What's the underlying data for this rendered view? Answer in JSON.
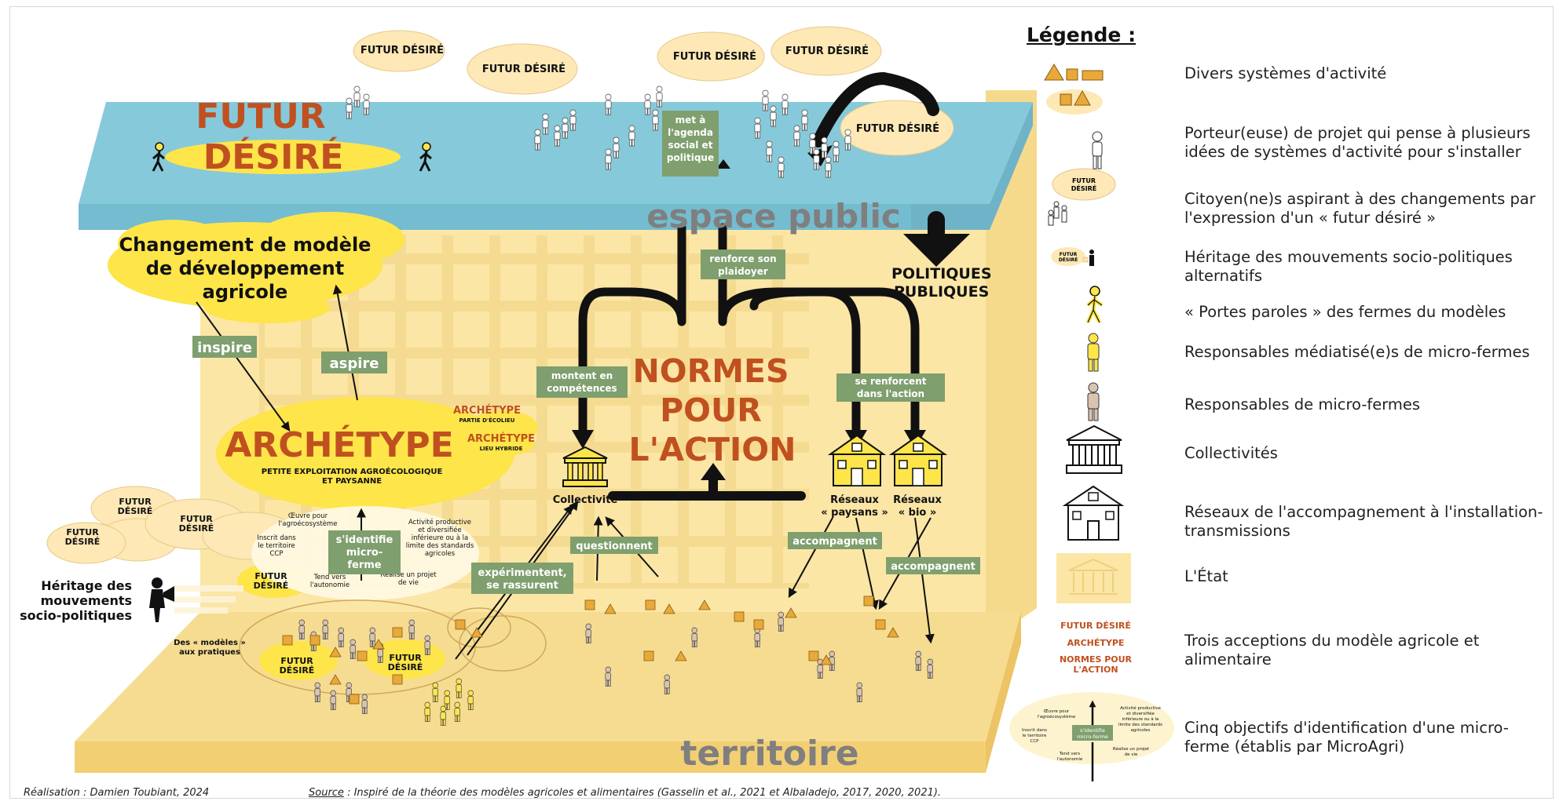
{
  "diagram": {
    "planes": {
      "top_title_line1": "FUTUR",
      "top_title_line2": "DÉSIRÉ",
      "espace_public": "espace public",
      "territoire": "territoire"
    },
    "clouds": {
      "futur_desire": "FUTUR DÉSIRÉ",
      "changement_line1": "Changement de modèle",
      "changement_line2": "de développement",
      "changement_line3": "agricole",
      "futur_line1": "FUTUR",
      "futur_line2": "DÉSIRÉ"
    },
    "archetype": {
      "title": "ARCHÉTYPE",
      "subtitle_line1": "PETITE EXPLOITATION AGROÉCOLOGIQUE",
      "subtitle_line2": "ET PAYSANNE",
      "badge1_title": "ARCHÉTYPE",
      "badge1_sub": "PARTIE D'ÉCOLIEU",
      "badge2_title": "ARCHÉTYPE",
      "badge2_sub": "LIEU HYBRIDE"
    },
    "normes": {
      "line1": "NORMES",
      "line2": "POUR",
      "line3": "L'ACTION"
    },
    "labels": {
      "inspire": "inspire",
      "aspire": "aspire",
      "met_agenda": [
        "met à",
        "l'agenda",
        "social et",
        "politique"
      ],
      "renforce_plaidoyer": [
        "renforce son",
        "plaidoyer"
      ],
      "montent_competences": [
        "montent en",
        "compétences"
      ],
      "se_renforcent": [
        "se renforcent",
        "dans l'action"
      ],
      "questionnent": "questionnent",
      "experimentent": [
        "expérimentent,",
        "se rassurent"
      ],
      "accompagnent": "accompagnent",
      "sidentifie": [
        "s'identifie",
        "micro-",
        "ferme"
      ]
    },
    "politiques": [
      "POLITIQUES",
      "PUBLIQUES"
    ],
    "collectivite": "Collectivité",
    "reseaux_paysans": [
      "Réseaux",
      "« paysans »"
    ],
    "reseaux_bio": [
      "Réseaux",
      "« bio »"
    ],
    "heritage": [
      "Héritage des",
      "mouvements",
      "socio-politiques"
    ],
    "modeles_pratiques": [
      "Des « modèles »",
      "aux pratiques"
    ],
    "objectives": {
      "o1": [
        "Œuvre pour",
        "l'agroécosystème"
      ],
      "o2": [
        "Inscrit dans",
        "le territoire",
        "CCP"
      ],
      "o3": [
        "Tend vers",
        "l'autonomie"
      ],
      "o4": [
        "Réalise un projet",
        "de vie"
      ],
      "o5": [
        "Activité productive",
        "et diversifiée",
        "inférieure ou à la",
        "limite des standards",
        "agricoles"
      ]
    }
  },
  "legend": {
    "title": "Légende :",
    "items": [
      {
        "icon": "activity-systems-icon",
        "text": "Divers systèmes d'activité"
      },
      {
        "icon": "project-holder-icon",
        "text": "Porteur(euse) de projet qui pense à plusieurs idées de systèmes d'activité pour s'installer"
      },
      {
        "icon": "citizens-cloud-icon",
        "text": "Citoyen(ne)s aspirant à des changements par l'expression d'un « futur désiré »"
      },
      {
        "icon": "heritage-icon",
        "text": "Héritage des mouvements socio-politiques alternatifs"
      },
      {
        "icon": "walking-person-icon",
        "text": "« Portes paroles » des fermes du modèles"
      },
      {
        "icon": "yellow-person-icon",
        "text": "Responsables médiatisé(e)s de micro-fermes"
      },
      {
        "icon": "beige-person-icon",
        "text": "Responsables de micro-fermes"
      },
      {
        "icon": "collectivite-icon",
        "text": "Collectivités"
      },
      {
        "icon": "network-icon",
        "text": "Réseaux de l'accompagnement à l'installation-transmissions"
      },
      {
        "icon": "state-icon",
        "text": "L'État"
      },
      {
        "icon": "three-acceptions-icon",
        "text": "Trois acceptions du modèle agricole et alimentaire"
      },
      {
        "icon": "five-objectives-icon",
        "text": "Cinq objectifs d'identification d'une micro-ferme (établis par MicroAgri)"
      }
    ],
    "acceptions": [
      "FUTUR DÉSIRÉ",
      "ARCHÉTYPE",
      "NORMES POUR",
      "L'ACTION"
    ],
    "mini_futur": [
      "FUTUR",
      "DÉSIRÉ"
    ],
    "mini_sidentifie": [
      "s'identifie",
      "micro-ferme"
    ]
  },
  "credits": {
    "realisation": "Réalisation : Damien Toubiant, 2024",
    "source_label": "Source",
    "source_text": " : Inspiré de la théorie des modèles agricoles et alimentaires (Gasselin et al., 2021 et Albaladejo, 2017, 2020, 2021)."
  },
  "colors": {
    "top_plane": "#86c9da",
    "top_plane_front": "#6fb3c8",
    "territory": "#f6dc91",
    "wall": "#fbe6a6",
    "cloud_yellow": "#fde54a",
    "cloud_beige": "#fde8b6",
    "green_label": "#7f9f6e",
    "orange_title": "#c0501f",
    "gray_big": "#7f7f7f"
  }
}
